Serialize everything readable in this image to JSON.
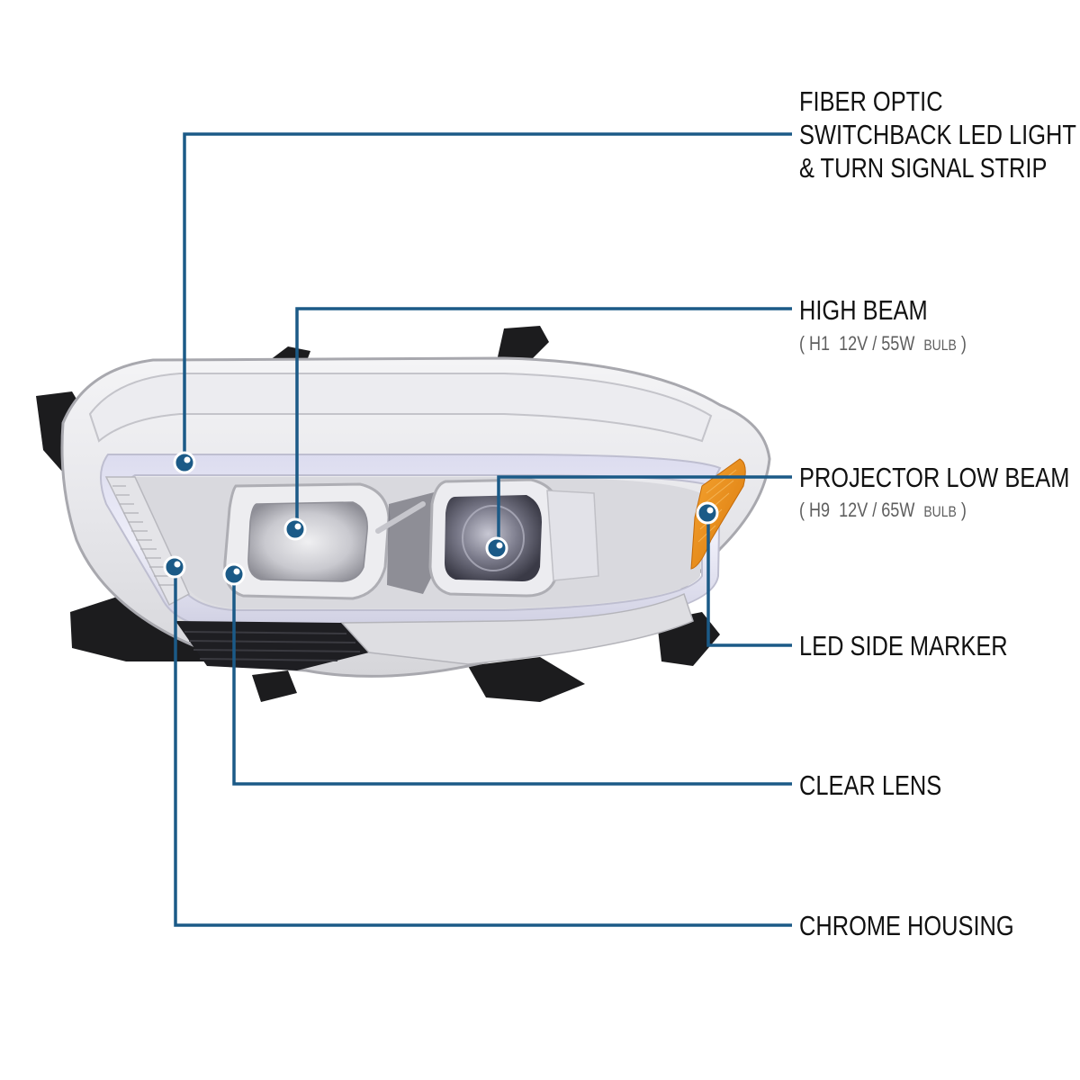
{
  "colors": {
    "callout": "#1b5a87",
    "text_primary": "#111111",
    "text_secondary": "#5e5e5e",
    "amber": "#e98d12",
    "background": "#ffffff"
  },
  "product": {
    "image_subject": "Chrome housing projector headlight with fiber optic LED switchback light bar"
  },
  "callouts": [
    {
      "id": "fiber-optic",
      "title_lines": [
        "FIBER OPTIC",
        "SWITCHBACK LED LIGHT",
        "& TURN SIGNAL STRIP"
      ],
      "subtitle": null
    },
    {
      "id": "high-beam",
      "title_lines": [
        "HIGH BEAM"
      ],
      "subtitle": {
        "open": "(",
        "bulb": "H1",
        "spec": "12V / 55W",
        "word": "BULB",
        "close": ")"
      }
    },
    {
      "id": "projector-low-beam",
      "title_lines": [
        "PROJECTOR LOW BEAM"
      ],
      "subtitle": {
        "open": "(",
        "bulb": "H9",
        "spec": "12V / 65W",
        "word": "BULB",
        "close": ")"
      }
    },
    {
      "id": "led-side-marker",
      "title_lines": [
        "LED SIDE MARKER"
      ],
      "subtitle": null
    },
    {
      "id": "clear-lens",
      "title_lines": [
        "CLEAR LENS"
      ],
      "subtitle": null
    },
    {
      "id": "chrome-housing",
      "title_lines": [
        "CHROME HOUSING"
      ],
      "subtitle": null
    }
  ]
}
